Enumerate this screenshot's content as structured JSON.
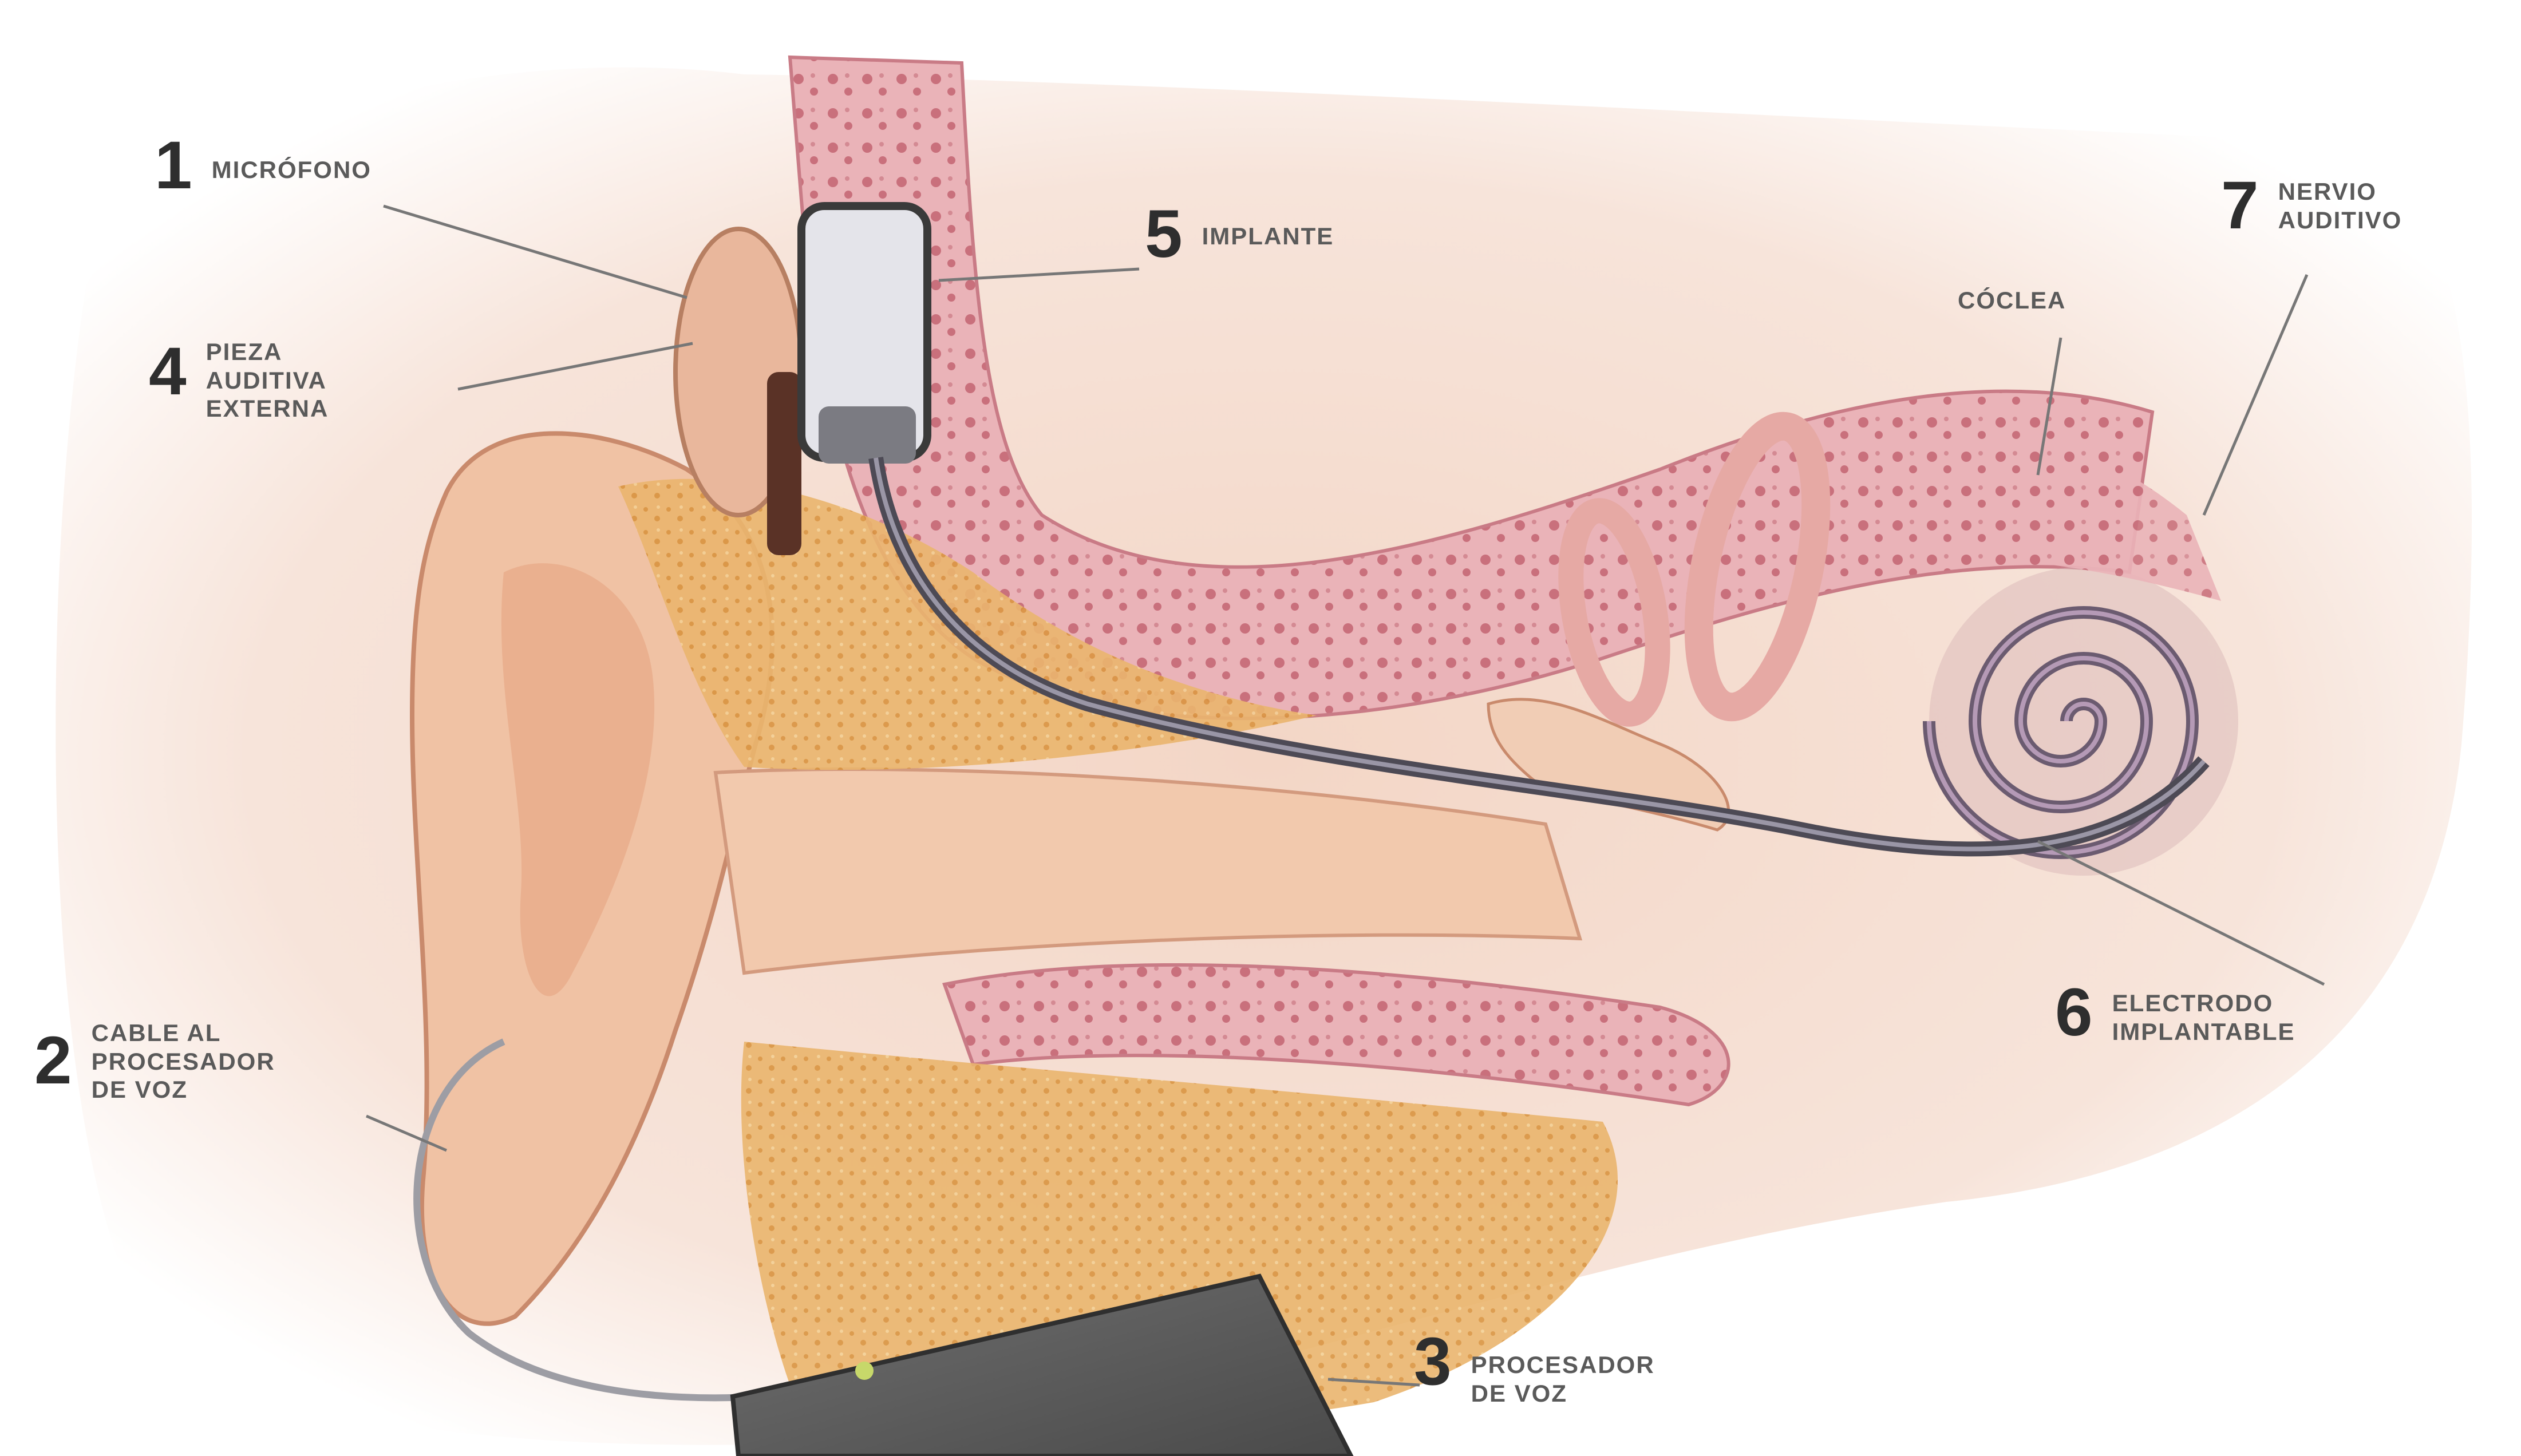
{
  "colors": {
    "background": "#ffffff",
    "skin": "#f0c2a4",
    "bone": "#e9aab1",
    "tissue": "#e9b46a",
    "leader_line": "#777777",
    "label_text": "#5a5a5a",
    "number_text": "#2e2e2e"
  },
  "labels": [
    {
      "number": "1",
      "text": "MICRÓFONO"
    },
    {
      "number": "2",
      "text": "CABLE AL\nPROCESADOR\nDE VOZ"
    },
    {
      "number": "3",
      "text": "PROCESADOR\nDE VOZ"
    },
    {
      "number": "4",
      "text": "PIEZA\nAUDITIVA\nEXTERNA"
    },
    {
      "number": "5",
      "text": "IMPLANTE"
    },
    {
      "number": "6",
      "text": "ELECTRODO\nIMPLANTABLE"
    },
    {
      "number": "7",
      "text": "NERVIO\nAUDITIVO"
    }
  ],
  "cochlea_label": "CÓCLEA"
}
